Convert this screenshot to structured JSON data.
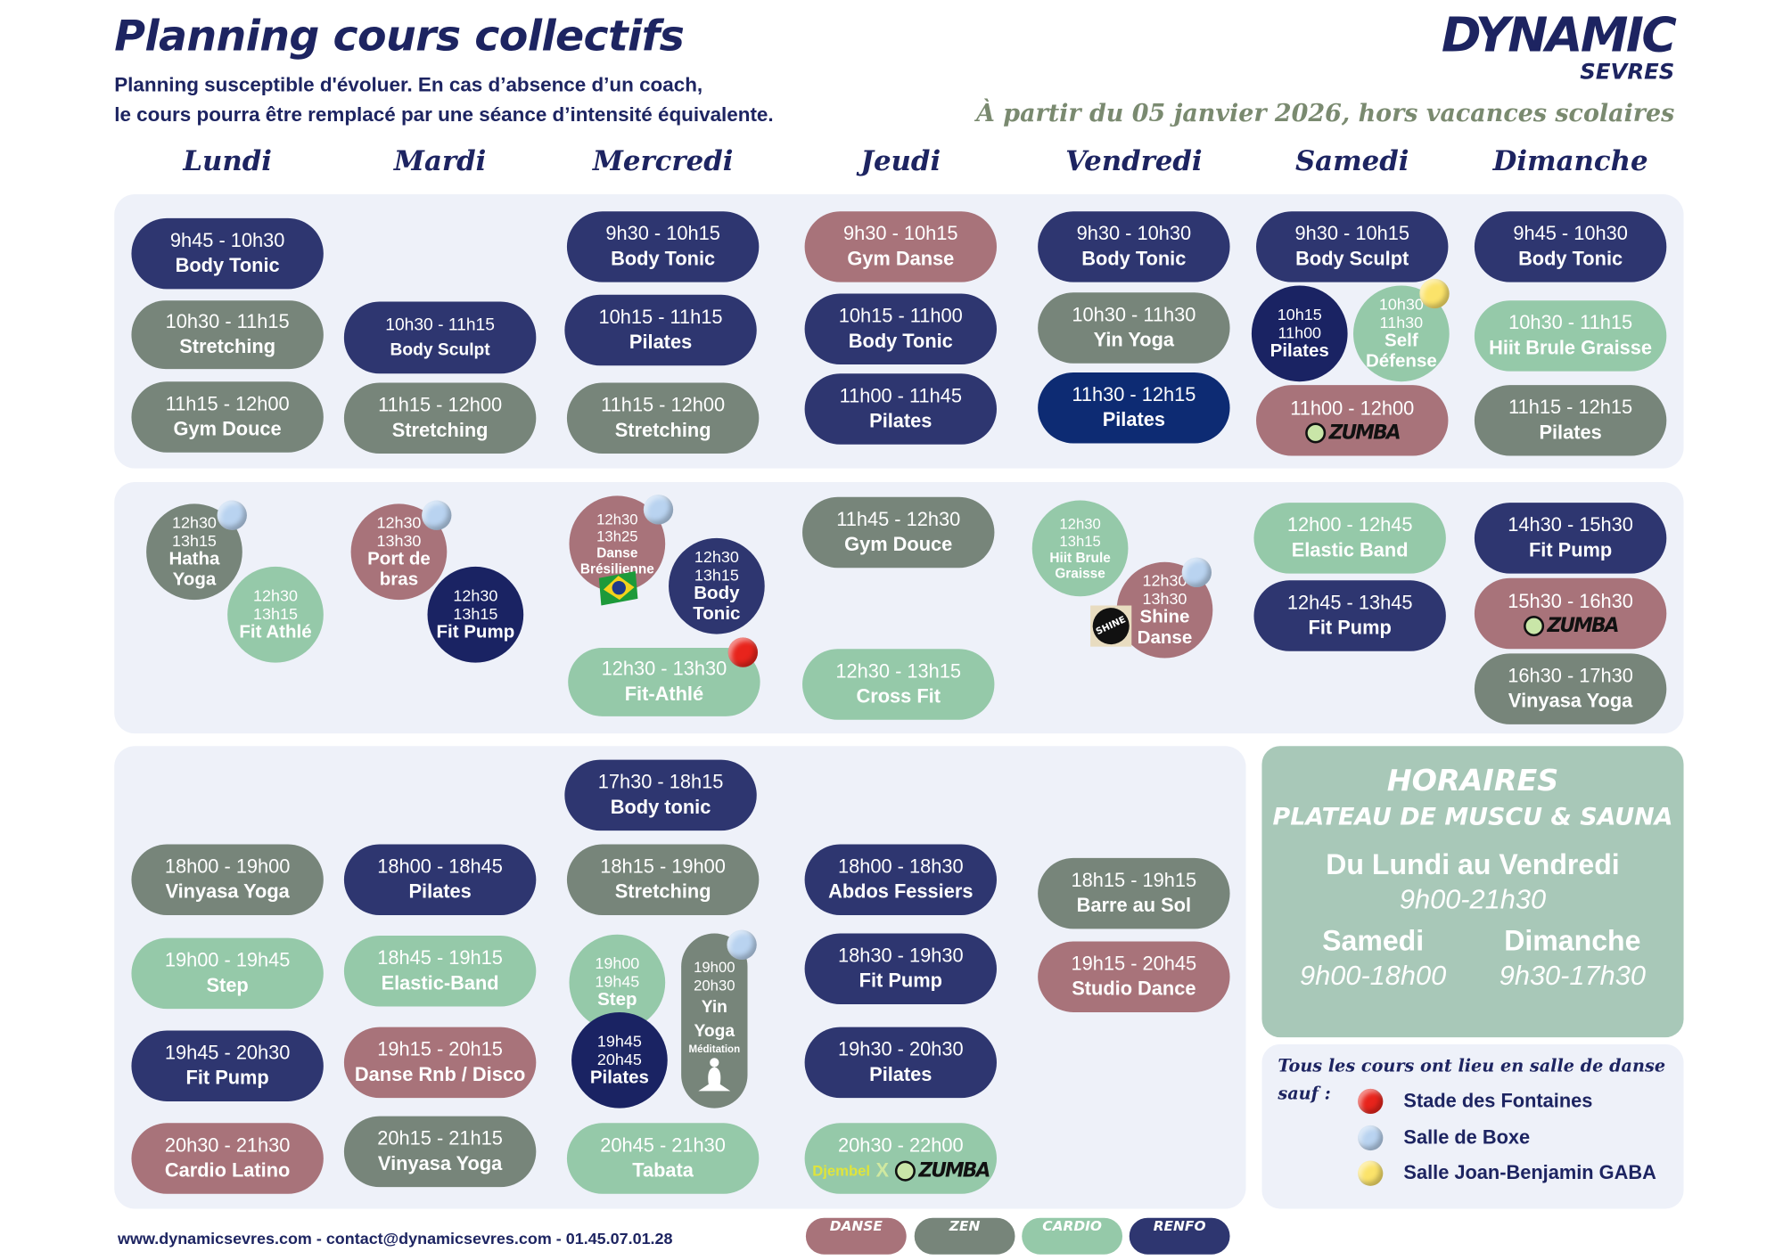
{
  "header": {
    "title": "Planning cours collectifs",
    "subtitle_line1": "Planning susceptible d'évoluer.  En cas d’absence d’un coach,",
    "subtitle_line2": "le cours pourra être remplacé par une séance d’intensité équivalente.",
    "brand": "DYNAMIC",
    "brand_sub": "SEVRES",
    "date_note": "À partir du 05 janvier 2026, hors vacances scolaires"
  },
  "days": [
    "Lundi",
    "Mardi",
    "Mercredi",
    "Jeudi",
    "Vendredi",
    "Samedi",
    "Dimanche"
  ],
  "categories": {
    "danse": {
      "label": "DANSE",
      "color": "#a8737a"
    },
    "zen": {
      "label": "ZEN",
      "color": "#77857a"
    },
    "cardio": {
      "label": "CARDIO",
      "color": "#95c9a9"
    },
    "renfo": {
      "label": "RENFO",
      "color": "#2e3670"
    }
  },
  "tones": {
    "dark": "#1a2363",
    "deep": "#0d2b73"
  },
  "logos": {
    "zumba": "ZUMBA",
    "djembel": "Djembel",
    "x": "X",
    "shine": "SHINE"
  },
  "courses": [
    {
      "start": "9h45",
      "end": "10h30",
      "name": "Body Tonic",
      "category": "renfo"
    },
    {
      "start": "10h30",
      "end": "11h15",
      "name": "Stretching",
      "category": "zen"
    },
    {
      "start": "11h15",
      "end": "12h00",
      "name": "Gym Douce",
      "category": "zen"
    },
    {
      "start": "10h30",
      "end": "11h15",
      "name": "Body Sculpt",
      "category": "renfo"
    },
    {
      "start": "11h15",
      "end": "12h00",
      "name": "Stretching",
      "category": "zen"
    },
    {
      "start": "9h30",
      "end": "10h15",
      "name": "Body Tonic",
      "category": "renfo"
    },
    {
      "start": "10h15",
      "end": "11h15",
      "name": "Pilates",
      "category": "renfo"
    },
    {
      "start": "11h15",
      "end": "12h00",
      "name": "Stretching",
      "category": "zen"
    },
    {
      "start": "9h30",
      "end": "10h15",
      "name": "Gym Danse",
      "category": "danse"
    },
    {
      "start": "10h15",
      "end": "11h00",
      "name": "Body Tonic",
      "category": "renfo"
    },
    {
      "start": "11h00",
      "end": "11h45",
      "name": "Pilates",
      "category": "renfo"
    },
    {
      "start": "9h30",
      "end": "10h30",
      "name": "Body Tonic",
      "category": "renfo"
    },
    {
      "start": "10h30",
      "end": "11h30",
      "name": "Yin Yoga",
      "category": "zen"
    },
    {
      "start": "11h30",
      "end": "12h15",
      "name": "Pilates",
      "category": "renfo",
      "tone": "deep"
    },
    {
      "start": "9h30",
      "end": "10h15",
      "name": "Body Sculpt",
      "category": "renfo"
    },
    {
      "start": "10h15",
      "end": "11h00",
      "name": "Pilates",
      "category": "renfo",
      "tone": "dark"
    },
    {
      "start": "10h30",
      "end": "11h30",
      "name": "Self Défense",
      "category": "cardio"
    },
    {
      "start": "11h00",
      "end": "12h00",
      "name": "Zumba",
      "category": "danse",
      "logo": "zumba"
    },
    {
      "start": "9h45",
      "end": "10h30",
      "name": "Body Tonic",
      "category": "renfo"
    },
    {
      "start": "10h30",
      "end": "11h15",
      "name": "Hiit Brule Graisse",
      "category": "cardio"
    },
    {
      "start": "11h15",
      "end": "12h15",
      "name": "Pilates",
      "category": "zen"
    },
    {
      "start": "12h30",
      "end": "13h15",
      "name": "Hatha Yoga",
      "category": "zen"
    },
    {
      "start": "12h30",
      "end": "13h15",
      "name": "Fit Athlé",
      "category": "cardio"
    },
    {
      "start": "12h30",
      "end": "13h30",
      "name": "Port de bras",
      "category": "danse"
    },
    {
      "start": "12h30",
      "end": "13h15",
      "name": "Fit Pump",
      "category": "renfo",
      "tone": "dark"
    },
    {
      "start": "12h30",
      "end": "13h25",
      "name": "Danse Brésilienne",
      "category": "danse"
    },
    {
      "start": "12h30",
      "end": "13h15",
      "name": "Body Tonic",
      "category": "renfo"
    },
    {
      "start": "12h30",
      "end": "13h30",
      "name": "Fit-Athlé",
      "category": "cardio"
    },
    {
      "start": "11h45",
      "end": "12h30",
      "name": "Gym Douce",
      "category": "zen"
    },
    {
      "start": "12h30",
      "end": "13h15",
      "name": "Cross Fit",
      "category": "cardio"
    },
    {
      "start": "12h30",
      "end": "13h15",
      "name": "Hiit Brule Graisse",
      "category": "cardio"
    },
    {
      "start": "12h30",
      "end": "13h30",
      "name": "Shine Danse",
      "category": "danse"
    },
    {
      "start": "12h00",
      "end": "12h45",
      "name": "Elastic Band",
      "category": "cardio"
    },
    {
      "start": "12h45",
      "end": "13h45",
      "name": "Fit Pump",
      "category": "renfo"
    },
    {
      "start": "14h30",
      "end": "15h30",
      "name": "Fit Pump",
      "category": "renfo"
    },
    {
      "start": "15h30",
      "end": "16h30",
      "name": "Zumba",
      "category": "danse",
      "logo": "zumba"
    },
    {
      "start": "16h30",
      "end": "17h30",
      "name": "Vinyasa Yoga",
      "category": "zen"
    },
    {
      "start": "18h00",
      "end": "19h00",
      "name": "Vinyasa Yoga",
      "category": "zen"
    },
    {
      "start": "19h00",
      "end": "19h45",
      "name": "Step",
      "category": "cardio"
    },
    {
      "start": "19h45",
      "end": "20h30",
      "name": "Fit Pump",
      "category": "renfo"
    },
    {
      "start": "20h30",
      "end": "21h30",
      "name": "Cardio Latino",
      "category": "danse"
    },
    {
      "start": "18h00",
      "end": "18h45",
      "name": "Pilates",
      "category": "renfo"
    },
    {
      "start": "18h45",
      "end": "19h15",
      "name": "Elastic-Band",
      "category": "cardio"
    },
    {
      "start": "19h15",
      "end": "20h15",
      "name": "Danse Rnb / Disco",
      "category": "danse"
    },
    {
      "start": "20h15",
      "end": "21h15",
      "name": "Vinyasa Yoga",
      "category": "zen"
    },
    {
      "start": "17h30",
      "end": "18h15",
      "name": "Body tonic",
      "category": "renfo"
    },
    {
      "start": "18h15",
      "end": "19h00",
      "name": "Stretching",
      "category": "zen"
    },
    {
      "start": "19h00",
      "end": "19h45",
      "name": "Step",
      "category": "cardio"
    },
    {
      "start": "19h45",
      "end": "20h45",
      "name": "Pilates",
      "category": "renfo",
      "tone": "dark"
    },
    {
      "start": "19h00",
      "end": "20h30",
      "name": "Yin Yoga",
      "note": "Méditation",
      "category": "zen"
    },
    {
      "start": "20h45",
      "end": "21h30",
      "name": "Tabata",
      "category": "cardio"
    },
    {
      "start": "18h00",
      "end": "18h30",
      "name": "Abdos Fessiers",
      "category": "renfo"
    },
    {
      "start": "18h30",
      "end": "19h30",
      "name": "Fit Pump",
      "category": "renfo"
    },
    {
      "start": "19h30",
      "end": "20h30",
      "name": "Pilates",
      "category": "renfo"
    },
    {
      "start": "20h30",
      "end": "22h00",
      "name": "Djembel x Zumba",
      "category": "cardio",
      "logo": "djembel-zumba"
    },
    {
      "start": "18h15",
      "end": "19h15",
      "name": "Barre au Sol",
      "category": "zen"
    },
    {
      "start": "19h15",
      "end": "20h45",
      "name": "Studio Dance",
      "category": "danse"
    }
  ],
  "horaires": {
    "title": "HORAIRES",
    "subtitle": "PLATEAU DE MUSCU & SAUNA",
    "weekdays_label": "Du Lundi au Vendredi",
    "weekdays_hours": "9h00-21h30",
    "saturday_label": "Samedi",
    "saturday_hours": "9h00-18h00",
    "sunday_label": "Dimanche",
    "sunday_hours": "9h30-17h30"
  },
  "legend": {
    "intro": "Tous les cours ont lieu en salle de danse",
    "except": "sauf :",
    "items": [
      {
        "label": "Stade des Fontaines",
        "color": "#e8241c"
      },
      {
        "label": "Salle de Boxe",
        "color": "#b9d3f0"
      },
      {
        "label": "Salle Joan-Benjamin GABA",
        "color": "#fbe36a"
      }
    ]
  },
  "footer": {
    "contact": "www.dynamicsevres.com - contact@dynamicsevres.com - 01.45.07.01.28"
  }
}
